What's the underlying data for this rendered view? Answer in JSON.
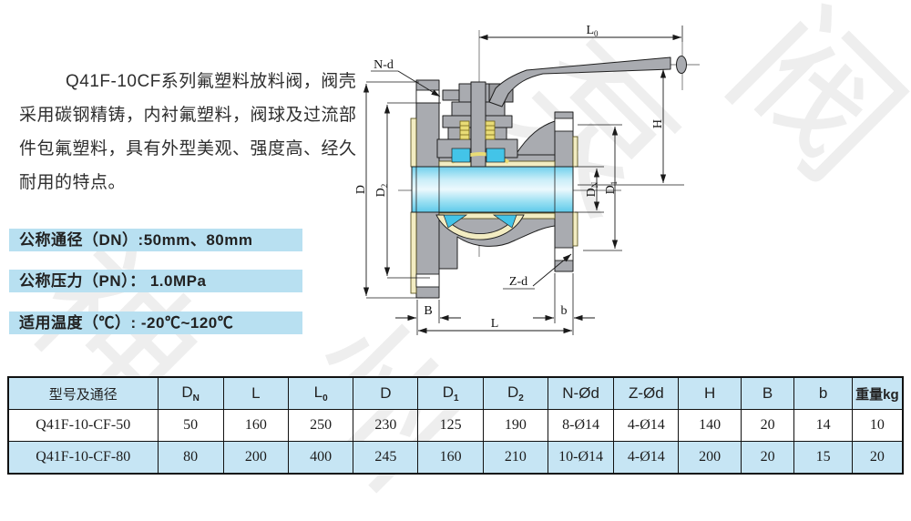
{
  "intro": {
    "text": "Q41F-10CF系列氟塑料放料阀，阀壳采用碳钢精铸，内衬氟塑料，阀球及过流部件包氟塑料，具有外型美观、强度高、经久耐用的特点。"
  },
  "specs": {
    "dn": "公称通径（DN）:50mm、80mm",
    "pn": "公称压力（PN）： 1.0MPa",
    "temp": "适用温度（℃）: -20℃~120℃",
    "bar_color": "#b8e0f1"
  },
  "drawing": {
    "dims": {
      "L0": {
        "main": "L",
        "sub": "0"
      },
      "Nd": {
        "main": "N-d"
      },
      "H": {
        "main": "H"
      },
      "D": {
        "main": "D"
      },
      "D2": {
        "main": "D",
        "sub": "2"
      },
      "DN": {
        "main": "D",
        "sub": "N"
      },
      "D1": {
        "main": "D",
        "sub": "1"
      },
      "Zd": {
        "main": "Z-d"
      },
      "B": {
        "main": "B"
      },
      "b": {
        "main": "b"
      },
      "L": {
        "main": "L"
      }
    },
    "colors": {
      "body_gray": "#a9abb0",
      "liner_yellow": "#f2ecc2",
      "bore_cyan": "#43c4e8"
    }
  },
  "table": {
    "header_bg": "#c6e5f4",
    "headers": [
      {
        "main": "型号及通径"
      },
      {
        "main": "D",
        "sub": "N"
      },
      {
        "main": "L"
      },
      {
        "main": "L",
        "sub": "0"
      },
      {
        "main": "D"
      },
      {
        "main": "D",
        "sub": "1"
      },
      {
        "main": "D",
        "sub": "2"
      },
      {
        "main": "N-Ød"
      },
      {
        "main": "Z-Ød"
      },
      {
        "main": "H"
      },
      {
        "main": "B"
      },
      {
        "main": "b"
      },
      {
        "main": "重量",
        "suffix": "kg"
      }
    ],
    "rows": [
      {
        "cells": [
          "Q41F-10-CF-50",
          "50",
          "160",
          "250",
          "230",
          "125",
          "190",
          "8-Ø14",
          "4-Ø14",
          "140",
          "20",
          "14",
          "10"
        ]
      },
      {
        "cells": [
          "Q41F-10-CF-80",
          "80",
          "200",
          "400",
          "245",
          "160",
          "210",
          "10-Ø14",
          "4-Ø14",
          "200",
          "20",
          "15",
          "20"
        ]
      }
    ]
  },
  "watermark": {
    "glyphs": [
      "神",
      "州",
      "泵",
      "阀"
    ]
  }
}
